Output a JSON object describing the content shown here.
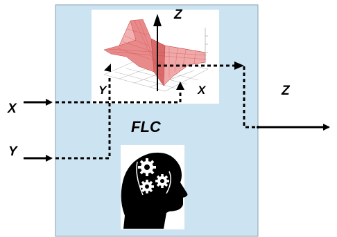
{
  "diagram": {
    "block_title": "FLC",
    "inputs": [
      {
        "label": "X"
      },
      {
        "label": "Y"
      }
    ],
    "output": {
      "label": "Z"
    },
    "surface_plot": {
      "axis_z": "Z",
      "axis_x": "X",
      "axis_y": "Y"
    },
    "colors": {
      "block_fill": "#cce3f1",
      "block_border": "#8aa0b0",
      "surface": "#d94a4a",
      "line": "#000000",
      "head_silhouette": "#000000",
      "gear": "#ffffff"
    },
    "icons": [
      "surface-plot-icon",
      "head-gears-icon"
    ]
  }
}
